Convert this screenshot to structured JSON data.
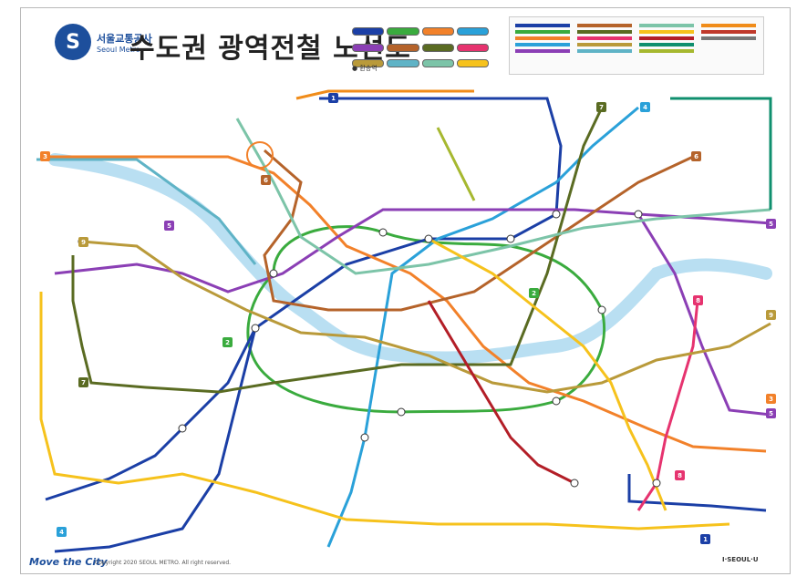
{
  "header": {
    "logo_korean": "서울교통공사",
    "logo_english": "Seoul Metro",
    "title": "수도권 광역전철 노선도"
  },
  "legend": {
    "transfer_label": "환승역"
  },
  "footer": {
    "brand": "Move the City",
    "copyright": "Copyright 2020 SEOUL METRO. All right reserved.",
    "right_brand": "I·SEOUL·U"
  },
  "lines": [
    {
      "id": "1",
      "color": "#1b3fa6"
    },
    {
      "id": "2",
      "color": "#3aab3e"
    },
    {
      "id": "3",
      "color": "#f2812a"
    },
    {
      "id": "4",
      "color": "#2aa1d9"
    },
    {
      "id": "5",
      "color": "#8b3fb5"
    },
    {
      "id": "6",
      "color": "#b5632a"
    },
    {
      "id": "7",
      "color": "#5a6b22"
    },
    {
      "id": "8",
      "color": "#e6336f"
    },
    {
      "id": "9",
      "color": "#b99a3a"
    }
  ],
  "other_colors": {
    "airport": "#5fb3c6",
    "gyeongui": "#7cc4a8",
    "bundang": "#f6c21c",
    "sinbundang": "#b31e27",
    "gyeongchun": "#0f8f6e",
    "suin": "#f6c21c",
    "uijeongbu": "#f08c1a",
    "ui": "#a6b82f",
    "han_river": "#b9dff2"
  }
}
